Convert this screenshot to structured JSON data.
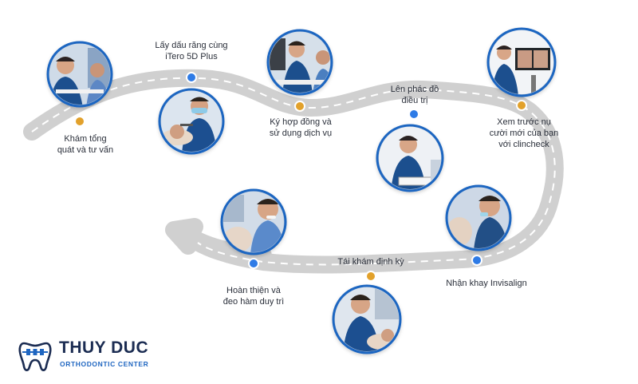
{
  "steps": [
    {
      "label": "Khám tổng\nquát và tư vấn",
      "photo": "doctor-consultation"
    },
    {
      "label": "Lấy dấu răng cùng\niTero 5D Plus",
      "photo": "dental-scan"
    },
    {
      "label": "Ký hợp đồng và\nsử dụng dịch vụ",
      "photo": "contract-signing"
    },
    {
      "label": "Lên phác đồ\nđiều trị",
      "photo": "treatment-planning"
    },
    {
      "label": "Xem trước nụ\ncười mới của bạn\nvới clincheck",
      "photo": "smile-preview"
    },
    {
      "label": "Nhận khay Invisalign",
      "photo": "receive-aligners"
    },
    {
      "label": "Tái khám định kỳ",
      "photo": "follow-up-checkup"
    },
    {
      "label": "Hoàn thiện và\nđeo hàm duy trì",
      "photo": "finish-retainer"
    }
  ],
  "logo": {
    "title": "THUY DUC",
    "subtitle": "ORTHODONTIC CENTER",
    "icon": "tooth-braces-icon"
  },
  "colors": {
    "road": "#c9c9c9",
    "road_dash": "#ffffff",
    "ring": "#1f66c1",
    "dot_blue": "#2e7be6",
    "dot_gold": "#e2a12b",
    "text": "#2a2f3a"
  }
}
